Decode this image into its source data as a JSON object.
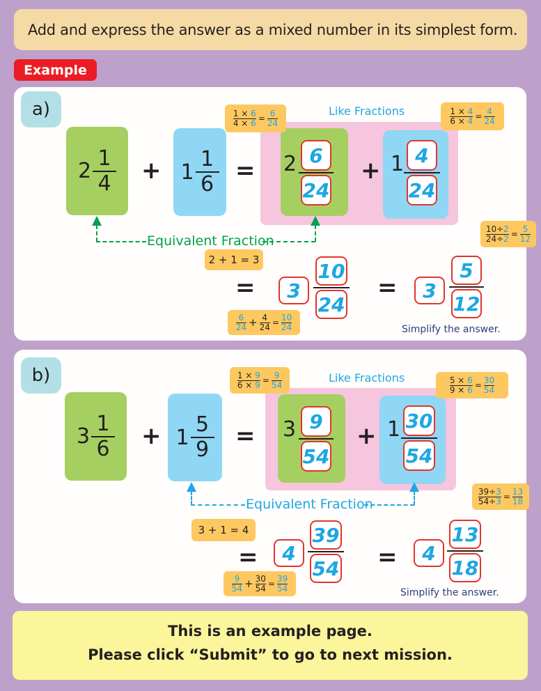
{
  "instruction": "Add and express the answer as a mixed number in its simplest form.",
  "example_tag": "Example",
  "problems": [
    {
      "label": "a)",
      "addend1": {
        "whole": "2",
        "num": "1",
        "den": "4"
      },
      "addend2": {
        "whole": "1",
        "num": "1",
        "den": "6"
      },
      "plus": "+",
      "equals": "=",
      "like_fractions_label": "Like Fractions",
      "like1": {
        "whole": "2",
        "num": "6",
        "den": "24"
      },
      "like2": {
        "whole": "1",
        "num": "4",
        "den": "24"
      },
      "callout1": {
        "n1": "1 × ",
        "n2": "6",
        "d1": "4 × ",
        "d2": "6",
        "eq": "=",
        "rn": "6",
        "rd": "24"
      },
      "callout2": {
        "n1": "1 × ",
        "n2": "4",
        "d1": "6 × ",
        "d2": "4",
        "eq": "=",
        "rn": "4",
        "rd": "24"
      },
      "equivalent_label": "Equivalent Fraction",
      "sum": {
        "whole": "3",
        "num": "10",
        "den": "24"
      },
      "whole_callout": "2 + 1 = 3",
      "frac_callout": {
        "a_n": "6",
        "a_d": "24",
        "plus": "+",
        "b_n": "4",
        "b_d": "24",
        "eq": "=",
        "r_n": "10",
        "r_d": "24"
      },
      "simplified": {
        "whole": "3",
        "num": "5",
        "den": "12"
      },
      "simplify_callout": {
        "n1": "10÷",
        "n2": "2",
        "d1": "24÷",
        "d2": "2",
        "eq": "=",
        "rn": "5",
        "rd": "12"
      },
      "simplify_label": "Simplify the answer."
    },
    {
      "label": "b)",
      "addend1": {
        "whole": "3",
        "num": "1",
        "den": "6"
      },
      "addend2": {
        "whole": "1",
        "num": "5",
        "den": "9"
      },
      "plus": "+",
      "equals": "=",
      "like_fractions_label": "Like Fractions",
      "like1": {
        "whole": "3",
        "num": "9",
        "den": "54"
      },
      "like2": {
        "whole": "1",
        "num": "30",
        "den": "54"
      },
      "callout1": {
        "n1": "1 × ",
        "n2": "9",
        "d1": "6 × ",
        "d2": "9",
        "eq": "=",
        "rn": "9",
        "rd": "54"
      },
      "callout2": {
        "n1": "5 × ",
        "n2": "6",
        "d1": "9 × ",
        "d2": "6",
        "eq": "=",
        "rn": "30",
        "rd": "54"
      },
      "equivalent_label": "Equivalent Fraction",
      "sum": {
        "whole": "4",
        "num": "39",
        "den": "54"
      },
      "whole_callout": "3 + 1 = 4",
      "frac_callout": {
        "a_n": "9",
        "a_d": "54",
        "plus": "+",
        "b_n": "30",
        "b_d": "54",
        "eq": "=",
        "r_n": "39",
        "r_d": "54"
      },
      "simplified": {
        "whole": "4",
        "num": "13",
        "den": "18"
      },
      "simplify_callout": {
        "n1": "39÷",
        "n2": "3",
        "d1": "54÷",
        "d2": "3",
        "eq": "=",
        "rn": "13",
        "rd": "18"
      },
      "simplify_label": "Simplify the answer."
    }
  ],
  "footer": {
    "line1": "This is an example page.",
    "line2": "Please click “Submit” to go to next mission."
  }
}
